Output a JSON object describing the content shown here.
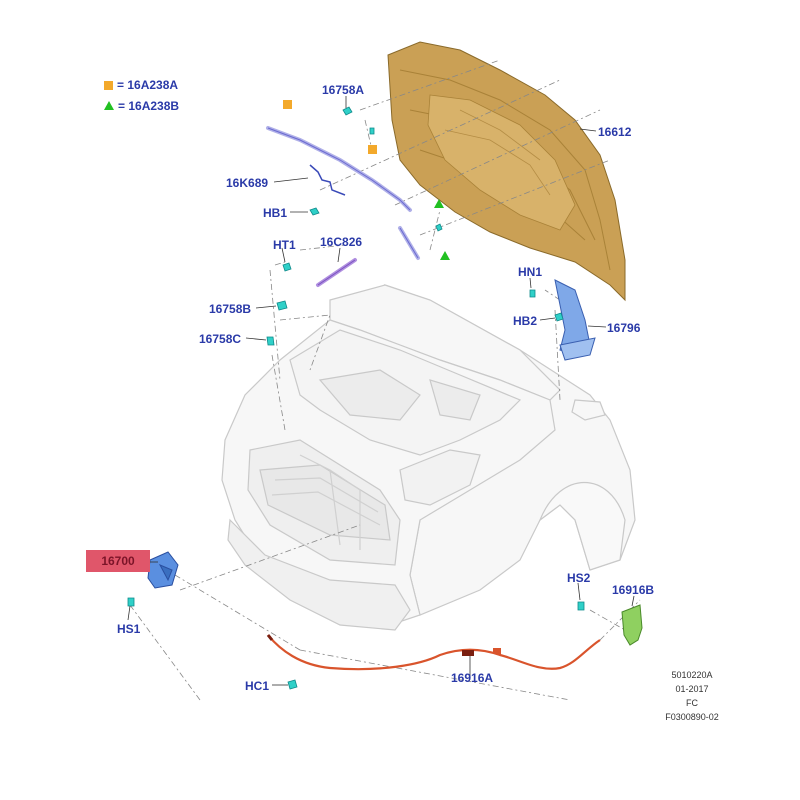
{
  "legend": [
    {
      "marker": "square",
      "color": "#f3a92b",
      "text": "= 16A238A"
    },
    {
      "marker": "triangle",
      "color": "#22c022",
      "text": "= 16A238B"
    }
  ],
  "callouts": {
    "c16758A": "16758A",
    "c16612": "16612",
    "c16K689": "16K689",
    "cHB1": "HB1",
    "cHT1": "HT1",
    "c16C826": "16C826",
    "cHN1": "HN1",
    "cHB2": "HB2",
    "c16796": "16796",
    "c16758B": "16758B",
    "c16758C": "16758C",
    "c16700": "16700",
    "cHS1": "HS1",
    "cHS2": "HS2",
    "c16916B": "16916B",
    "cHC1": "HC1",
    "c16916A": "16916A"
  },
  "doc_info": {
    "line1": "5010220A",
    "line2": "01-2017",
    "line3": "FC",
    "line4": "F0300890-02"
  },
  "colors": {
    "label_blue": "#2a3aa8",
    "hood_tan": "#caa055",
    "highlight_red": "#e0566a",
    "cable_red": "#d9542c",
    "part_teal": "#2fd0c8",
    "latch_blue": "#5a8fe0",
    "bracket_green": "#8fd060"
  }
}
